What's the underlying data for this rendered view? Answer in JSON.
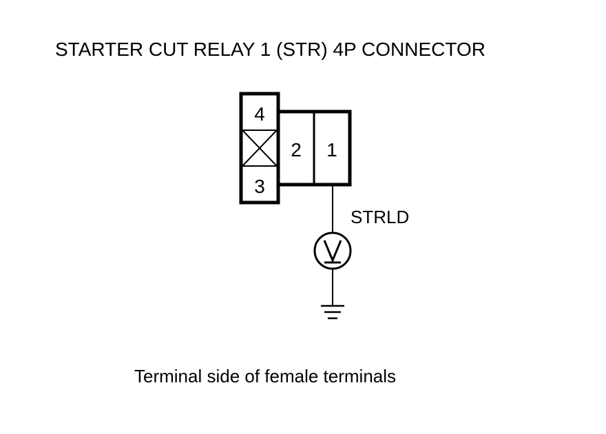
{
  "title": "STARTER CUT RELAY 1 (STR) 4P CONNECTOR",
  "caption": "Terminal side of female terminals",
  "connector": {
    "terminals": [
      {
        "number": "4",
        "position": "upper-left"
      },
      {
        "number": "3",
        "position": "lower-left"
      },
      {
        "number": "2",
        "position": "center"
      },
      {
        "number": "1",
        "position": "right"
      }
    ],
    "empty_cavity": "crossed-box"
  },
  "wire_label": "STRLD",
  "symbols": [
    "voltmeter-icon",
    "ground-icon"
  ]
}
